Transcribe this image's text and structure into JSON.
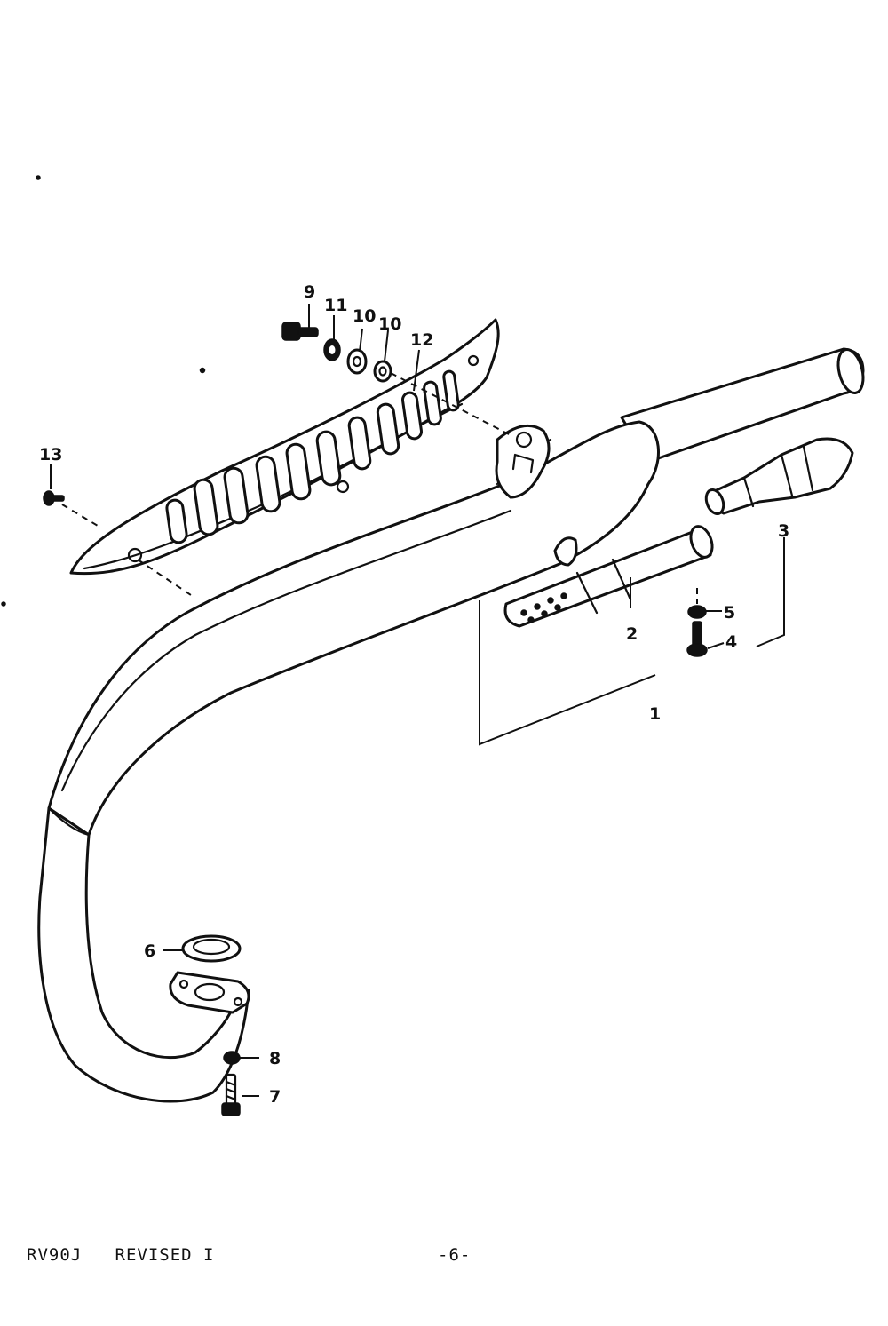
{
  "callouts": {
    "c1": "1",
    "c2": "2",
    "c3": "3",
    "c4": "4",
    "c5": "5",
    "c6": "6",
    "c7": "7",
    "c8": "8",
    "c9": "9",
    "c10a": "10",
    "c10b": "10",
    "c11": "11",
    "c12": "12",
    "c13": "13"
  },
  "footer": {
    "model": "RV90J   REVISED I",
    "page": "-6-"
  }
}
